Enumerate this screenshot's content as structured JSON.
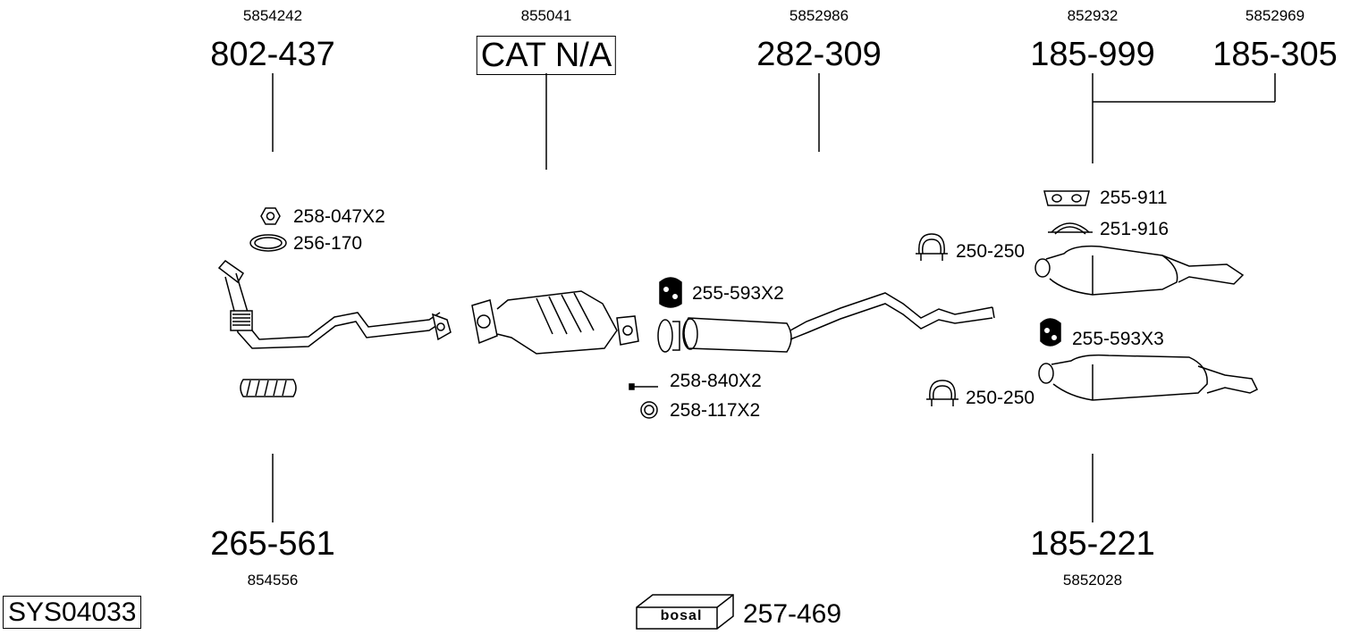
{
  "system_code": "SYS04033",
  "brand": {
    "logo_text": "bosal",
    "part": "257-469"
  },
  "top_parts": [
    {
      "oem": "5854242",
      "part": "802-437"
    },
    {
      "oem": "855041",
      "part": "CAT N/A"
    },
    {
      "oem": "5852986",
      "part": "282-309"
    },
    {
      "oem": "852932",
      "part": "185-999"
    },
    {
      "oem": "5852969",
      "part": "185-305"
    }
  ],
  "bottom_parts": [
    {
      "oem": "854556",
      "part": "265-561"
    },
    {
      "oem": "5852028",
      "part": "185-221"
    }
  ],
  "accessories": [
    {
      "label": "258-047X2"
    },
    {
      "label": "256-170"
    },
    {
      "label": "255-593X2"
    },
    {
      "label": "258-840X2"
    },
    {
      "label": "258-117X2"
    },
    {
      "label": "250-250"
    },
    {
      "label": "255-911"
    },
    {
      "label": "251-916"
    },
    {
      "label": "255-593X3"
    },
    {
      "label": "250-250"
    }
  ]
}
